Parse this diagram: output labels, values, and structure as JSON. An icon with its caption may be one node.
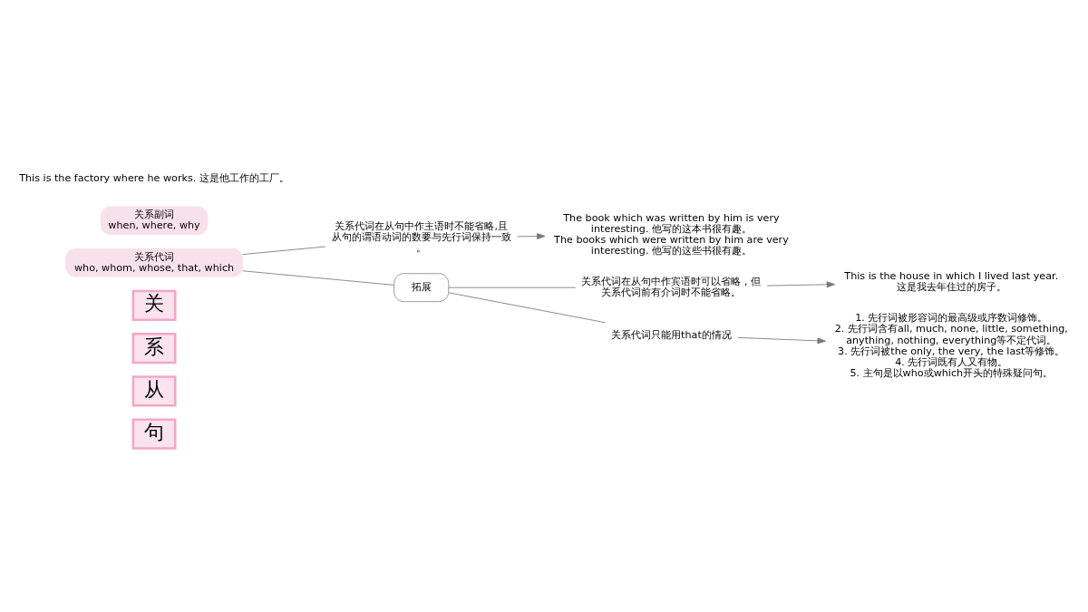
{
  "diagram": {
    "nodes": [
      {
        "text": [
          "关"
        ]
      },
      {
        "text": [
          "系"
        ]
      },
      {
        "text": [
          "从"
        ]
      },
      {
        "text": [
          "句"
        ]
      },
      {
        "text": [
          "关系代词",
          "who, whom, whose, that, which"
        ]
      },
      {
        "text": [
          "关系代词在从句中作主语时不能省略,且从句的谓语动词的数要与先行词保持一致。"
        ]
      },
      {
        "text": [
          "The book which was written by him is very interesting. 他写的这本书很有趣。",
          "The books which were written by him are very interesting. 他写的这些书很有趣。"
        ]
      },
      {
        "text": [
          "拓展"
        ]
      },
      {
        "text": [
          "关系代词在从句中作宾语时可以省略，但关系代词前有介词时不能省略。"
        ]
      },
      {
        "text": [
          "This is the house in which I lived last year. 这是我去年住过的房子。"
        ]
      },
      {
        "text": [
          "关系代词只能用that的情况"
        ]
      },
      {
        "text": [
          "1. 先行词被形容词的最高级或序数词修饰。",
          "2. 先行词含有all, much, none, little, something, anything, nothing, everything等不定代词。",
          "3. 先行词被the only, the very, the last等修饰。",
          "4. 先行词既有人又有物。",
          "5. 主句是以who或which开头的特殊疑问句。"
        ]
      },
      {
        "text": [
          "关系副词",
          "when, where, why"
        ]
      },
      {
        "text": [
          "This is the factory where he works. 这是他工作的工厂。"
        ]
      }
    ],
    "edges": [
      {
        "from": 4,
        "to": 5,
        "arrow": "none"
      },
      {
        "from": 4,
        "to": 7,
        "arrow": "none"
      },
      {
        "from": 5,
        "to": 6,
        "arrow": "to"
      },
      {
        "from": 7,
        "to": 8,
        "arrow": "none"
      },
      {
        "from": 7,
        "to": 10,
        "arrow": "none"
      },
      {
        "from": 8,
        "to": 9,
        "arrow": "to"
      },
      {
        "from": 10,
        "to": 11,
        "arrow": "to"
      }
    ]
  }
}
